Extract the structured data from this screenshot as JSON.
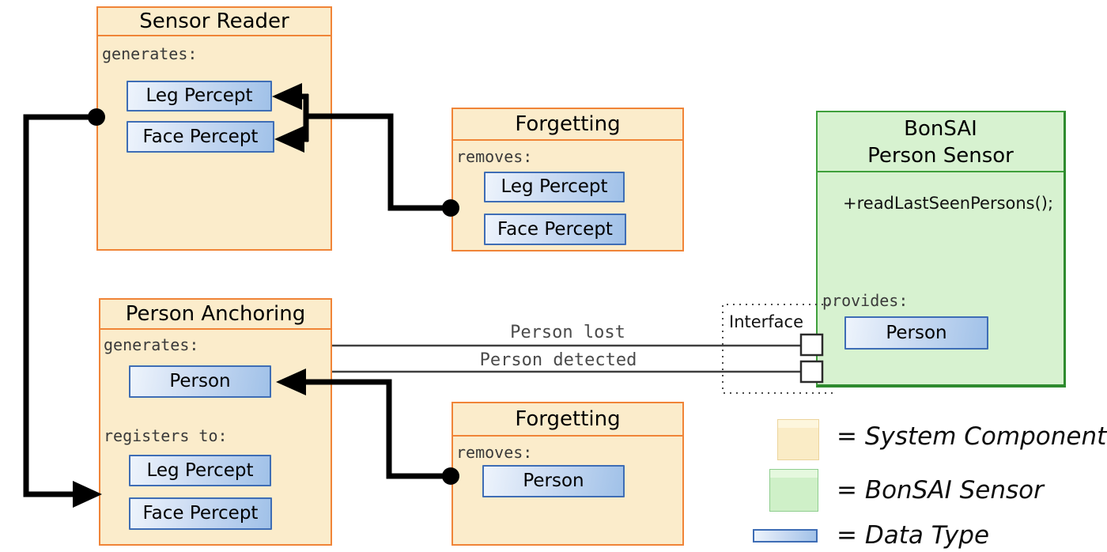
{
  "diagram": {
    "sensor_reader": {
      "title": "Sensor Reader",
      "section_label": "generates:",
      "items": [
        "Leg Percept",
        "Face Percept"
      ]
    },
    "forgetting_top": {
      "title": "Forgetting",
      "section_label": "removes:",
      "items": [
        "Leg Percept",
        "Face Percept"
      ]
    },
    "person_anchoring": {
      "title": "Person Anchoring",
      "section1_label": "generates:",
      "section1_items": [
        "Person"
      ],
      "section2_label": "registers to:",
      "section2_items": [
        "Leg Percept",
        "Face Percept"
      ]
    },
    "forgetting_bottom": {
      "title": "Forgetting",
      "section_label": "removes:",
      "items": [
        "Person"
      ]
    },
    "bonsai_person_sensor": {
      "title_line1": "BonSAI",
      "title_line2": "Person Sensor",
      "method": "+readLastSeenPersons();",
      "section_label": "provides:",
      "items": [
        "Person"
      ]
    },
    "interface_label": "Interface",
    "connection_labels": {
      "person_lost": "Person lost",
      "person_detected": "Person detected"
    }
  },
  "legend": {
    "items": [
      {
        "type": "system-component",
        "label": "= System Component"
      },
      {
        "type": "bonsai-sensor",
        "label": "= BonSAI Sensor"
      },
      {
        "type": "data-type",
        "label": "= Data Type"
      }
    ]
  },
  "colors": {
    "system_component_fill": "#fbeccb",
    "system_component_border": "#f08437",
    "bonsai_sensor_fill": "#d7f2d0",
    "bonsai_sensor_border": "#3fa03c",
    "data_type_fill_light": "#eef4fc",
    "data_type_fill_dark": "#a0c1e8",
    "data_type_border": "#3e6db5",
    "connector": "#000000",
    "wire": "#3f3f3f"
  }
}
